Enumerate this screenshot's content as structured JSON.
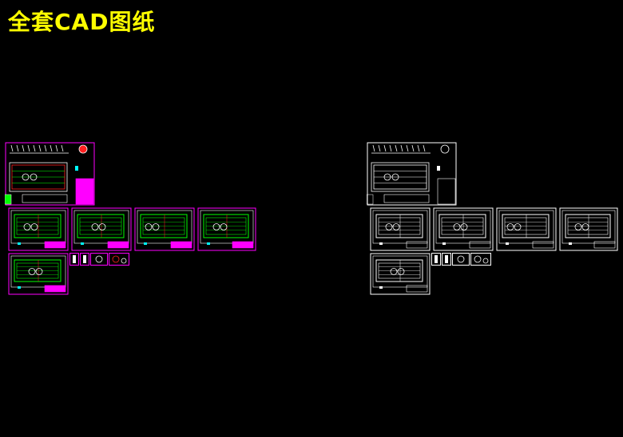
{
  "title": "全套CAD图纸",
  "colors": {
    "background": "#000000",
    "title": "#ffff00",
    "border_color_set": "#ff00ff",
    "border_mono_set": "#ffffff",
    "drawing_green": "#00ff00",
    "drawing_red": "#ff2020",
    "drawing_cyan": "#00ffff",
    "drawing_white": "#ffffff"
  },
  "drawing_sets": [
    {
      "name": "color-drawing-set",
      "style": "color",
      "sheets": [
        "assembly-sheet",
        "plan-sheet-1",
        "plan-sheet-2",
        "plan-sheet-3",
        "plan-sheet-4",
        "plan-sheet-5",
        "detail-sheet-1",
        "detail-sheet-2",
        "detail-sheet-3",
        "detail-sheet-4"
      ]
    },
    {
      "name": "monochrome-drawing-set",
      "style": "monochrome",
      "sheets": [
        "assembly-sheet",
        "plan-sheet-1",
        "plan-sheet-2",
        "plan-sheet-3",
        "plan-sheet-4",
        "plan-sheet-5",
        "detail-sheet-1",
        "detail-sheet-2",
        "detail-sheet-3",
        "detail-sheet-4"
      ]
    }
  ]
}
